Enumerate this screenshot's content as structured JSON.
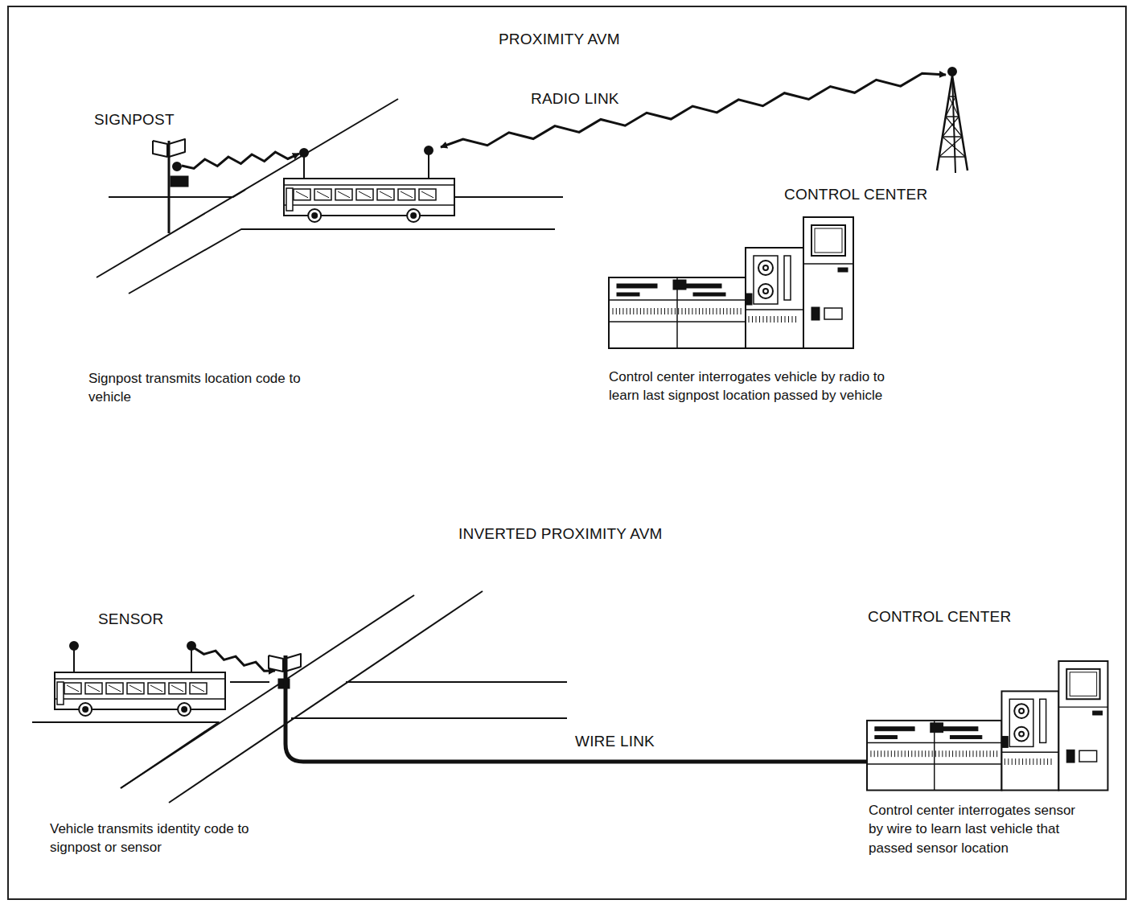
{
  "diagram": {
    "labels": [
      "PROXIMITY AVM",
      "SIGNPOST",
      "RADIO LINK",
      "CONTROL CENTER",
      "Signpost transmits location code to vehicle",
      "Control center interrogates vehicle by radio to learn last signpost location passed by vehicle",
      "INVERTED PROXIMITY AVM",
      "SENSOR",
      "WIRE LINK",
      "CONTROL CENTER",
      "Vehicle transmits identity code to signpost or sensor",
      "Control center interrogates sensor by wire to learn last vehicle that passed sensor location"
    ]
  }
}
